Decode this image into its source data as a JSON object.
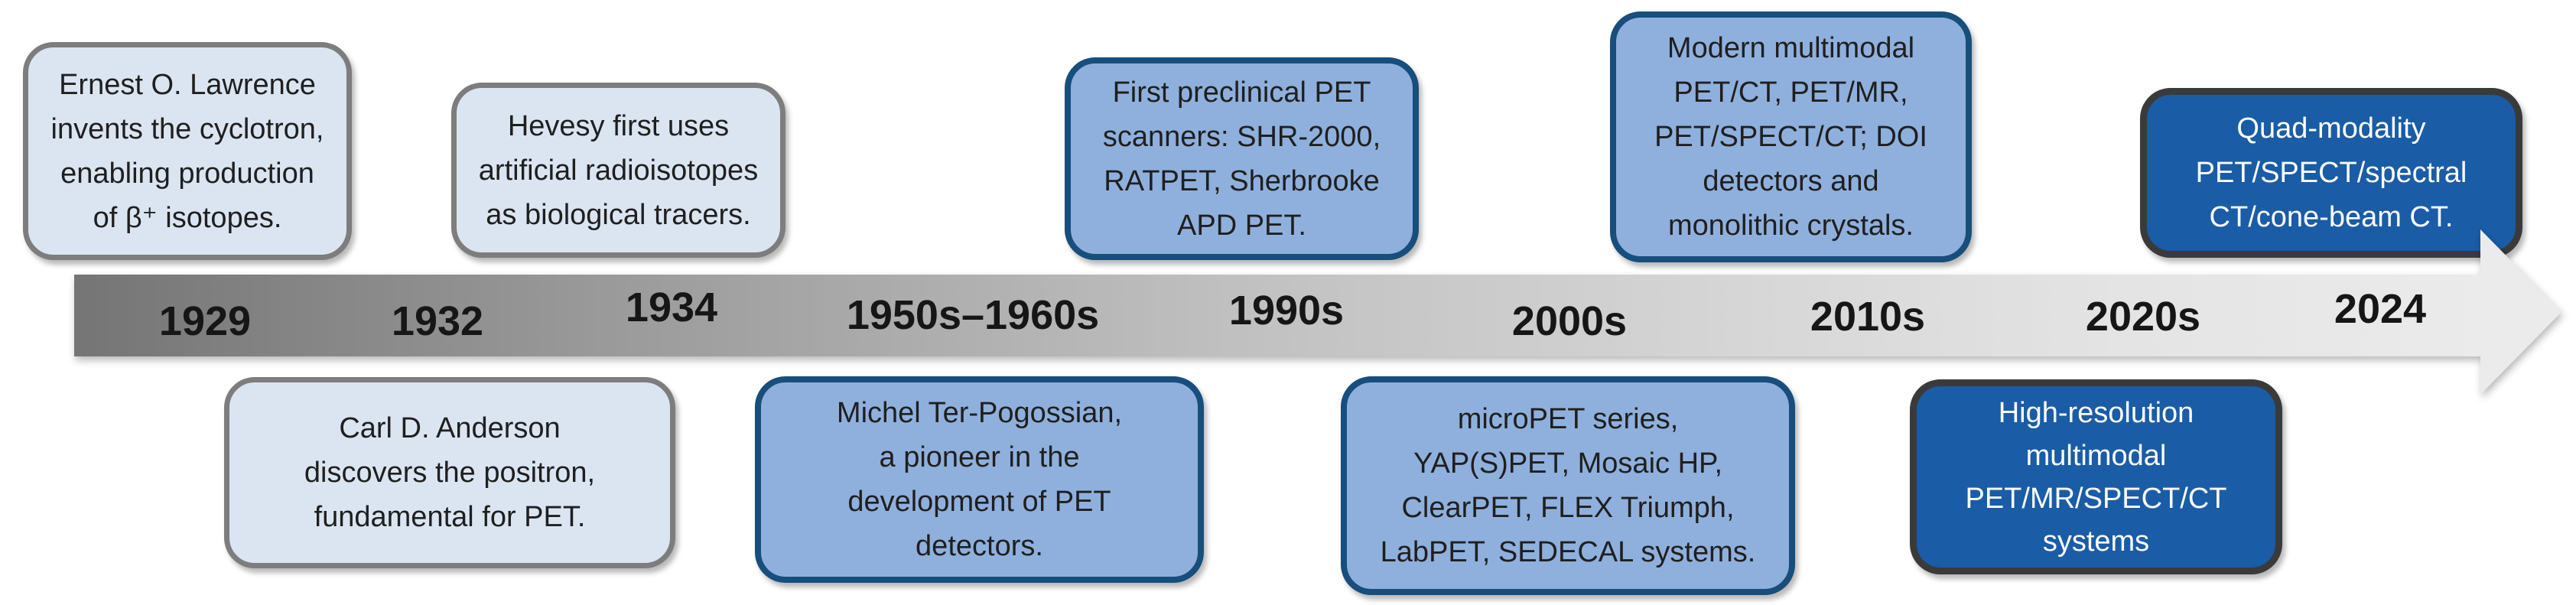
{
  "theme": {
    "light_fill": "#dbe5f2",
    "light_border": "#7d7d7d",
    "mid_fill": "#8fb0dd",
    "mid_border": "#174e7c",
    "dark_fill": "#1a5ca6",
    "dark_border": "#3a3a3a",
    "bar_dark": "#757575",
    "bar_light": "#ebebeb",
    "arrow_head": "#ebebeb",
    "text_dark": "#1f1f1f",
    "text_light": "#fdfdfd"
  },
  "timeline": {
    "years": [
      "1929",
      "1932",
      "1934",
      "1950s–1960s",
      "1990s",
      "2000s",
      "2010s",
      "2020s",
      "2024"
    ]
  },
  "events_top": [
    {
      "year": "1929",
      "style": "light",
      "lines": [
        "Ernest O. Lawrence",
        "invents the cyclotron,",
        "enabling production",
        "of β⁺ isotopes."
      ]
    },
    {
      "year": "1934",
      "style": "light",
      "lines": [
        "Hevesy first uses",
        "artificial radioisotopes",
        "as biological tracers."
      ]
    },
    {
      "year": "1990s",
      "style": "mid",
      "lines": [
        "First preclinical PET",
        "scanners: SHR-2000,",
        "RATPET, Sherbrooke",
        "APD PET."
      ]
    },
    {
      "year": "2010s",
      "style": "mid",
      "lines": [
        "Modern multimodal",
        "PET/CT, PET/MR,",
        "PET/SPECT/CT; DOI",
        "detectors and",
        "monolithic crystals."
      ]
    },
    {
      "year": "2024",
      "style": "dark",
      "lines": [
        "Quad-modality",
        "PET/SPECT/spectral",
        "CT/cone-beam CT."
      ]
    }
  ],
  "events_bottom": [
    {
      "year": "1932",
      "style": "light",
      "lines": [
        "Carl D. Anderson",
        "discovers the positron,",
        "fundamental for PET."
      ]
    },
    {
      "year": "1950s–1960s",
      "style": "mid",
      "lines": [
        "Michel Ter-Pogossian,",
        "a pioneer in the",
        "development of PET",
        "detectors."
      ]
    },
    {
      "year": "2000s",
      "style": "mid",
      "lines": [
        "microPET series,",
        "YAP(S)PET, Mosaic HP,",
        "ClearPET, FLEX Triumph,",
        "LabPET, SEDECAL systems."
      ]
    },
    {
      "year": "2020s",
      "style": "dark",
      "lines": [
        "High-resolution",
        "multimodal",
        "PET/MR/SPECT/CT",
        "systems"
      ]
    }
  ]
}
